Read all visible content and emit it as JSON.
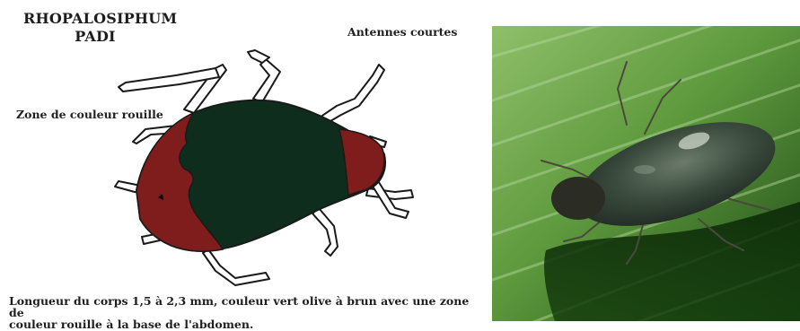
{
  "diagram": {
    "title_line1": "RHOPALOSIPHUM",
    "title_line2": "PADI",
    "label_antennes": "Antennes courtes",
    "label_zone": "Zone de couleur rouille",
    "caption_line1": "Longueur du corps 1,5 à 2,3 mm, couleur vert olive à brun avec une zone de",
    "caption_line2": "couleur rouille à la base de l'abdomen."
  },
  "colors": {
    "body_green": "#0f2d1d",
    "rust": "#7f1c1c",
    "outline": "#1a1a1a"
  },
  "photo": {
    "subject_icon": "aphid-photo"
  }
}
